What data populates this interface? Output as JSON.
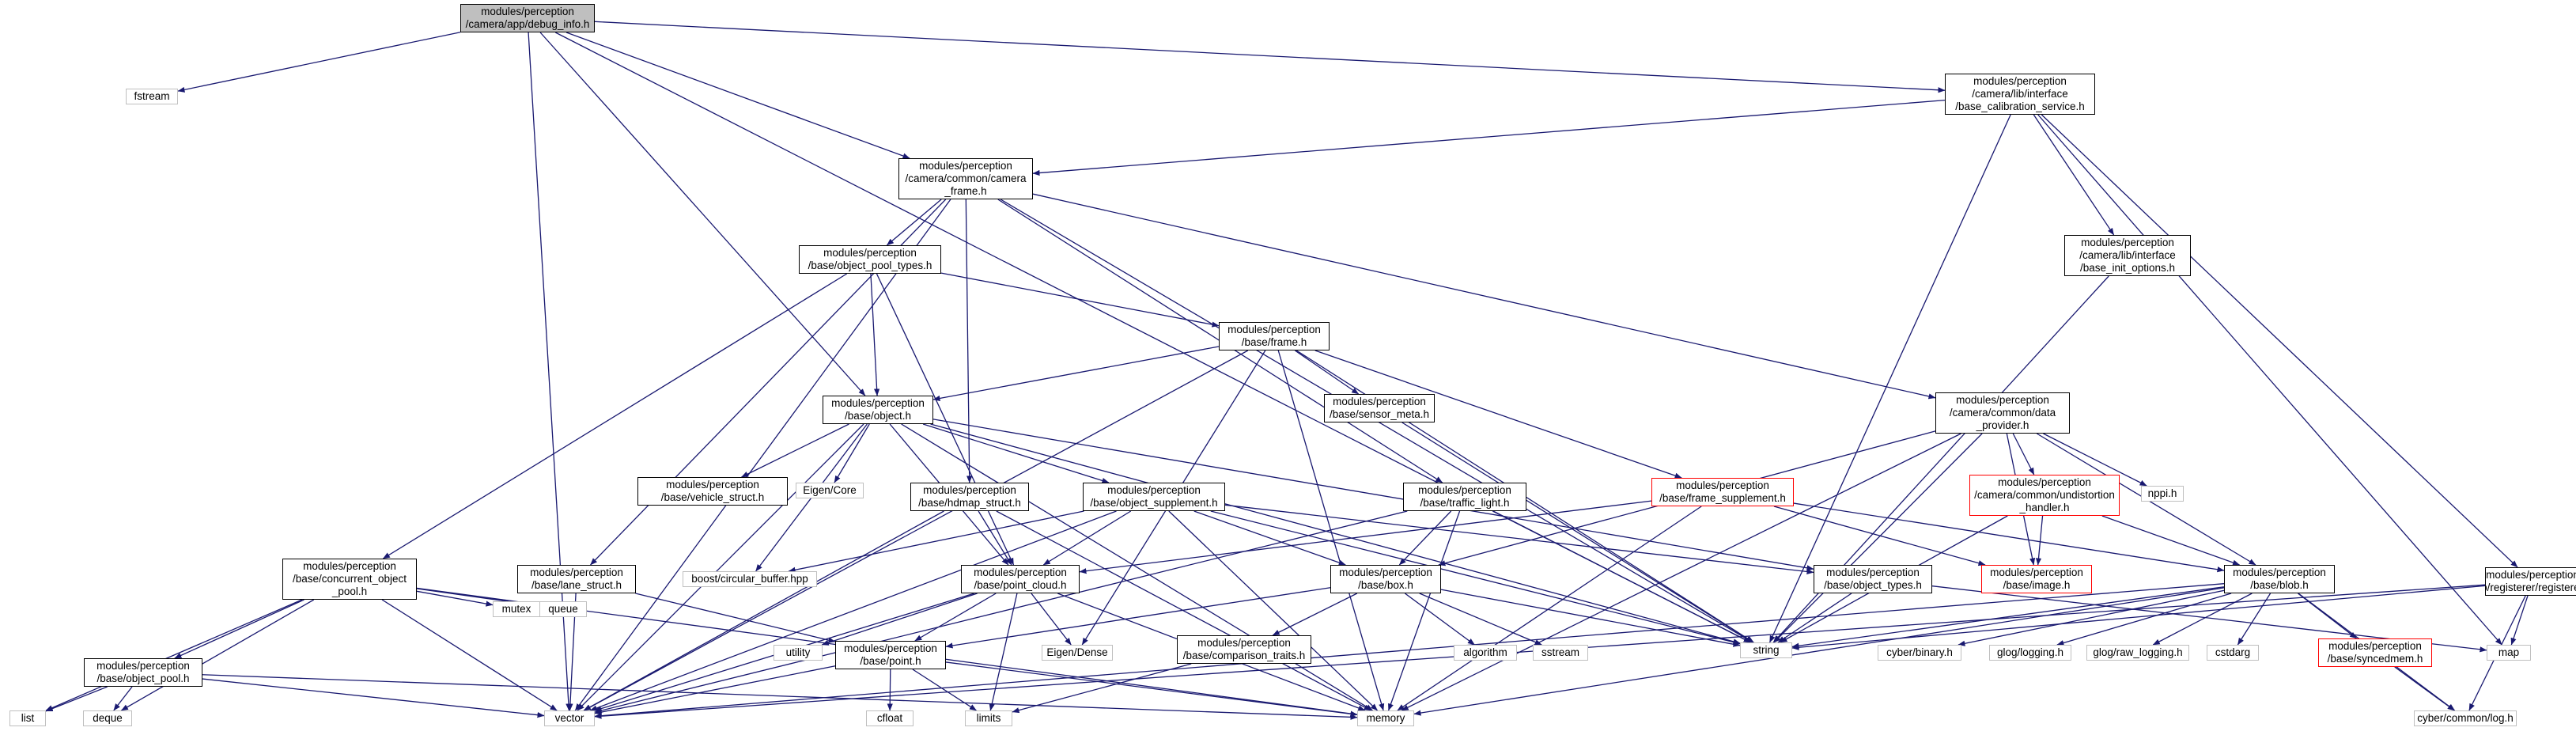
{
  "colors": {
    "edge": "#191970",
    "box": "#000000",
    "external": "#bfbfbf",
    "incomplete": "#ff0000",
    "root_fill": "#bfbfbf"
  },
  "nodes": [
    {
      "id": "debug_info",
      "kind": "self",
      "label": "modules/perception\n/camera/app/debug_info.h"
    },
    {
      "id": "fstream",
      "kind": "ext",
      "label": "fstream"
    },
    {
      "id": "base_calib",
      "kind": "normal",
      "label": "modules/perception\n/camera/lib/interface\n/base_calibration_service.h"
    },
    {
      "id": "camera_frame",
      "kind": "normal",
      "label": "modules/perception\n/camera/common/camera\n_frame.h"
    },
    {
      "id": "object_pool_types",
      "kind": "normal",
      "label": "modules/perception\n/base/object_pool_types.h"
    },
    {
      "id": "base_init_options",
      "kind": "normal",
      "label": "modules/perception\n/camera/lib/interface\n/base_init_options.h"
    },
    {
      "id": "frame",
      "kind": "normal",
      "label": "modules/perception\n/base/frame.h"
    },
    {
      "id": "object",
      "kind": "normal",
      "label": "modules/perception\n/base/object.h"
    },
    {
      "id": "sensor_meta",
      "kind": "normal",
      "label": "modules/perception\n/base/sensor_meta.h"
    },
    {
      "id": "data_provider",
      "kind": "normal",
      "label": "modules/perception\n/camera/common/data\n_provider.h"
    },
    {
      "id": "vehicle_struct",
      "kind": "normal",
      "label": "modules/perception\n/base/vehicle_struct.h"
    },
    {
      "id": "eigen_core",
      "kind": "ext",
      "label": "Eigen/Core"
    },
    {
      "id": "hdmap_struct",
      "kind": "normal",
      "label": "modules/perception\n/base/hdmap_struct.h"
    },
    {
      "id": "object_supplement",
      "kind": "normal",
      "label": "modules/perception\n/base/object_supplement.h"
    },
    {
      "id": "traffic_light",
      "kind": "normal",
      "label": "modules/perception\n/base/traffic_light.h"
    },
    {
      "id": "frame_supplement",
      "kind": "inc",
      "label": "modules/perception\n/base/frame_supplement.h"
    },
    {
      "id": "undistortion",
      "kind": "inc",
      "label": "modules/perception\n/camera/common/undistortion\n_handler.h"
    },
    {
      "id": "nppi",
      "kind": "ext",
      "label": "nppi.h"
    },
    {
      "id": "registerer",
      "kind": "normal",
      "label": "modules/perception\n/lib/registerer/registerer.h"
    },
    {
      "id": "concurrent_pool",
      "kind": "normal",
      "label": "modules/perception\n/base/concurrent_object\n_pool.h"
    },
    {
      "id": "lane_struct",
      "kind": "normal",
      "label": "modules/perception\n/base/lane_struct.h"
    },
    {
      "id": "circular_buffer",
      "kind": "ext",
      "label": "boost/circular_buffer.hpp"
    },
    {
      "id": "point_cloud",
      "kind": "normal",
      "label": "modules/perception\n/base/point_cloud.h"
    },
    {
      "id": "box",
      "kind": "normal",
      "label": "modules/perception\n/base/box.h"
    },
    {
      "id": "object_types",
      "kind": "normal",
      "label": "modules/perception\n/base/object_types.h"
    },
    {
      "id": "image",
      "kind": "inc",
      "label": "modules/perception\n/base/image.h"
    },
    {
      "id": "blob",
      "kind": "normal",
      "label": "modules/perception\n/base/blob.h"
    },
    {
      "id": "object_pool",
      "kind": "normal",
      "label": "modules/perception\n/base/object_pool.h"
    },
    {
      "id": "mutex",
      "kind": "ext",
      "label": "mutex"
    },
    {
      "id": "queue",
      "kind": "ext",
      "label": "queue"
    },
    {
      "id": "point",
      "kind": "normal",
      "label": "modules/perception\n/base/point.h"
    },
    {
      "id": "utility",
      "kind": "ext",
      "label": "utility"
    },
    {
      "id": "eigen_dense",
      "kind": "ext",
      "label": "Eigen/Dense"
    },
    {
      "id": "comparison_traits",
      "kind": "normal",
      "label": "modules/perception\n/base/comparison_traits.h"
    },
    {
      "id": "algorithm",
      "kind": "ext",
      "label": "algorithm"
    },
    {
      "id": "sstream",
      "kind": "ext",
      "label": "sstream"
    },
    {
      "id": "string",
      "kind": "ext",
      "label": "string"
    },
    {
      "id": "cyber_binary",
      "kind": "ext",
      "label": "cyber/binary.h"
    },
    {
      "id": "glog_logging",
      "kind": "ext",
      "label": "glog/logging.h"
    },
    {
      "id": "glog_raw",
      "kind": "ext",
      "label": "glog/raw_logging.h"
    },
    {
      "id": "cstdarg",
      "kind": "ext",
      "label": "cstdarg"
    },
    {
      "id": "syncedmem",
      "kind": "inc",
      "label": "modules/perception\n/base/syncedmem.h"
    },
    {
      "id": "map",
      "kind": "ext",
      "label": "map"
    },
    {
      "id": "list",
      "kind": "ext",
      "label": "list"
    },
    {
      "id": "deque",
      "kind": "ext",
      "label": "deque"
    },
    {
      "id": "vector",
      "kind": "ext",
      "label": "vector"
    },
    {
      "id": "memory",
      "kind": "ext",
      "label": "memory"
    },
    {
      "id": "cfloat",
      "kind": "ext",
      "label": "cfloat"
    },
    {
      "id": "limits",
      "kind": "ext",
      "label": "limits"
    },
    {
      "id": "cyber_log",
      "kind": "ext",
      "label": "cyber/common/log.h"
    }
  ],
  "edges": [
    [
      "debug_info",
      "fstream"
    ],
    [
      "debug_info",
      "base_calib"
    ],
    [
      "debug_info",
      "camera_frame"
    ],
    [
      "debug_info",
      "object"
    ],
    [
      "debug_info",
      "string"
    ],
    [
      "debug_info",
      "vector"
    ],
    [
      "base_calib",
      "camera_frame"
    ],
    [
      "base_calib",
      "base_init_options"
    ],
    [
      "base_calib",
      "registerer"
    ],
    [
      "base_calib",
      "string"
    ],
    [
      "base_calib",
      "map"
    ],
    [
      "camera_frame",
      "object_pool_types"
    ],
    [
      "camera_frame",
      "data_provider"
    ],
    [
      "camera_frame",
      "hdmap_struct"
    ],
    [
      "camera_frame",
      "traffic_light"
    ],
    [
      "camera_frame",
      "lane_struct"
    ],
    [
      "camera_frame",
      "vector"
    ],
    [
      "camera_frame",
      "string"
    ],
    [
      "object_pool_types",
      "frame"
    ],
    [
      "object_pool_types",
      "object"
    ],
    [
      "object_pool_types",
      "concurrent_pool"
    ],
    [
      "object_pool_types",
      "point_cloud"
    ],
    [
      "base_init_options",
      "string"
    ],
    [
      "frame",
      "object"
    ],
    [
      "frame",
      "sensor_meta"
    ],
    [
      "frame",
      "frame_supplement"
    ],
    [
      "frame",
      "eigen_dense"
    ],
    [
      "frame",
      "memory"
    ],
    [
      "frame",
      "vector"
    ],
    [
      "frame",
      "string"
    ],
    [
      "object",
      "vehicle_struct"
    ],
    [
      "object",
      "eigen_core"
    ],
    [
      "object",
      "object_supplement"
    ],
    [
      "object",
      "object_types"
    ],
    [
      "object",
      "point_cloud"
    ],
    [
      "object",
      "circular_buffer"
    ],
    [
      "object",
      "vector"
    ],
    [
      "object",
      "string"
    ],
    [
      "object",
      "memory"
    ],
    [
      "sensor_meta",
      "string"
    ],
    [
      "data_provider",
      "undistortion"
    ],
    [
      "data_provider",
      "nppi"
    ],
    [
      "data_provider",
      "blob"
    ],
    [
      "data_provider",
      "image"
    ],
    [
      "data_provider",
      "box"
    ],
    [
      "data_provider",
      "string"
    ],
    [
      "data_provider",
      "memory"
    ],
    [
      "hdmap_struct",
      "point_cloud"
    ],
    [
      "hdmap_struct",
      "vector"
    ],
    [
      "hdmap_struct",
      "memory"
    ],
    [
      "object_supplement",
      "box"
    ],
    [
      "object_supplement",
      "point_cloud"
    ],
    [
      "object_supplement",
      "circular_buffer"
    ],
    [
      "object_supplement",
      "vector"
    ],
    [
      "object_supplement",
      "memory"
    ],
    [
      "object_supplement",
      "string"
    ],
    [
      "object_supplement",
      "object_types"
    ],
    [
      "traffic_light",
      "box"
    ],
    [
      "traffic_light",
      "vector"
    ],
    [
      "traffic_light",
      "memory"
    ],
    [
      "traffic_light",
      "string"
    ],
    [
      "frame_supplement",
      "image"
    ],
    [
      "frame_supplement",
      "blob"
    ],
    [
      "frame_supplement",
      "point_cloud"
    ],
    [
      "frame_supplement",
      "memory"
    ],
    [
      "undistortion",
      "image"
    ],
    [
      "undistortion",
      "blob"
    ],
    [
      "undistortion",
      "string"
    ],
    [
      "registerer",
      "map"
    ],
    [
      "registerer",
      "string"
    ],
    [
      "registerer",
      "vector"
    ],
    [
      "registerer",
      "cyber_log"
    ],
    [
      "concurrent_pool",
      "object_pool"
    ],
    [
      "concurrent_pool",
      "mutex"
    ],
    [
      "concurrent_pool",
      "queue"
    ],
    [
      "concurrent_pool",
      "list"
    ],
    [
      "concurrent_pool",
      "deque"
    ],
    [
      "concurrent_pool",
      "vector"
    ],
    [
      "concurrent_pool",
      "memory"
    ],
    [
      "lane_struct",
      "point"
    ],
    [
      "lane_struct",
      "vector"
    ],
    [
      "point_cloud",
      "point"
    ],
    [
      "point_cloud",
      "utility"
    ],
    [
      "point_cloud",
      "eigen_dense"
    ],
    [
      "point_cloud",
      "limits"
    ],
    [
      "point_cloud",
      "vector"
    ],
    [
      "point_cloud",
      "memory"
    ],
    [
      "box",
      "comparison_traits"
    ],
    [
      "box",
      "algorithm"
    ],
    [
      "box",
      "sstream"
    ],
    [
      "box",
      "string"
    ],
    [
      "box",
      "point"
    ],
    [
      "object_types",
      "map"
    ],
    [
      "object_types",
      "string"
    ],
    [
      "blob",
      "syncedmem"
    ],
    [
      "blob",
      "cyber_binary"
    ],
    [
      "blob",
      "glog_logging"
    ],
    [
      "blob",
      "glog_raw"
    ],
    [
      "blob",
      "cstdarg"
    ],
    [
      "blob",
      "string"
    ],
    [
      "blob",
      "vector"
    ],
    [
      "blob",
      "memory"
    ],
    [
      "blob",
      "cyber_log"
    ],
    [
      "object_pool",
      "list"
    ],
    [
      "object_pool",
      "deque"
    ],
    [
      "object_pool",
      "vector"
    ],
    [
      "object_pool",
      "memory"
    ],
    [
      "point",
      "cfloat"
    ],
    [
      "point",
      "limits"
    ],
    [
      "point",
      "vector"
    ],
    [
      "point",
      "memory"
    ],
    [
      "comparison_traits",
      "limits"
    ],
    [
      "syncedmem",
      "cyber_log"
    ]
  ]
}
